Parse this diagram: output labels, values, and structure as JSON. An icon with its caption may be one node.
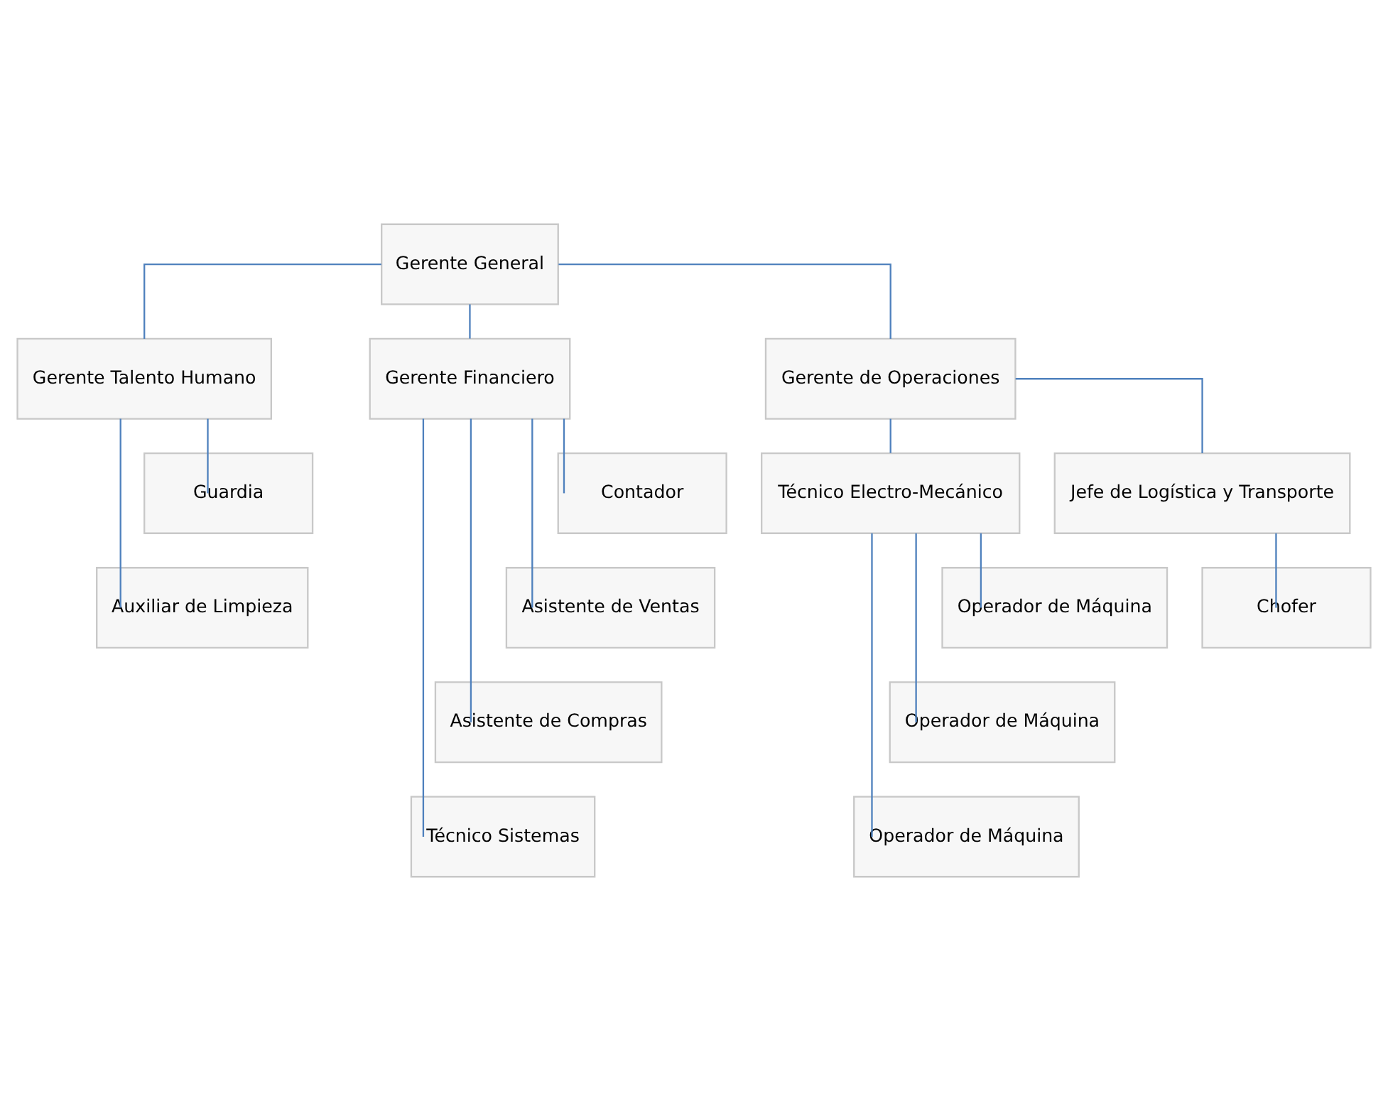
{
  "diagram": {
    "nodes": [
      {
        "text": [
          "Gerente General"
        ]
      },
      {
        "text": [
          "Gerente Talento Humano"
        ]
      },
      {
        "text": [
          "Gerente Financiero"
        ]
      },
      {
        "text": [
          "Gerente de Operaciones"
        ]
      },
      {
        "text": [
          "Guardia"
        ]
      },
      {
        "text": [
          "Auxiliar de Limpieza"
        ]
      },
      {
        "text": [
          "Contador"
        ]
      },
      {
        "text": [
          "Asistente de Ventas"
        ]
      },
      {
        "text": [
          "Asistente de Compras"
        ]
      },
      {
        "text": [
          "Técnico Sistemas"
        ]
      },
      {
        "text": [
          "Técnico Electro-Mecánico"
        ]
      },
      {
        "text": [
          "Jefe de Logística y Transporte"
        ]
      },
      {
        "text": [
          "Operador de Máquina"
        ]
      },
      {
        "text": [
          "Operador de Máquina"
        ]
      },
      {
        "text": [
          "Operador de Máquina"
        ]
      },
      {
        "text": [
          "Chofer"
        ]
      }
    ],
    "edges": [
      {
        "from": 0,
        "to": 1,
        "arrow": "none"
      },
      {
        "from": 0,
        "to": 2,
        "arrow": "none"
      },
      {
        "from": 0,
        "to": 3,
        "arrow": "none"
      },
      {
        "from": 1,
        "to": 4,
        "arrow": "none"
      },
      {
        "from": 1,
        "to": 5,
        "arrow": "none"
      },
      {
        "from": 2,
        "to": 6,
        "arrow": "none"
      },
      {
        "from": 2,
        "to": 7,
        "arrow": "none"
      },
      {
        "from": 2,
        "to": 8,
        "arrow": "none"
      },
      {
        "from": 2,
        "to": 9,
        "arrow": "none"
      },
      {
        "from": 3,
        "to": 10,
        "arrow": "none"
      },
      {
        "from": 3,
        "to": 11,
        "arrow": "none"
      },
      {
        "from": 10,
        "to": 12,
        "arrow": "none"
      },
      {
        "from": 10,
        "to": 13,
        "arrow": "none"
      },
      {
        "from": 10,
        "to": 14,
        "arrow": "none"
      },
      {
        "from": 11,
        "to": 15,
        "arrow": "none"
      }
    ]
  }
}
